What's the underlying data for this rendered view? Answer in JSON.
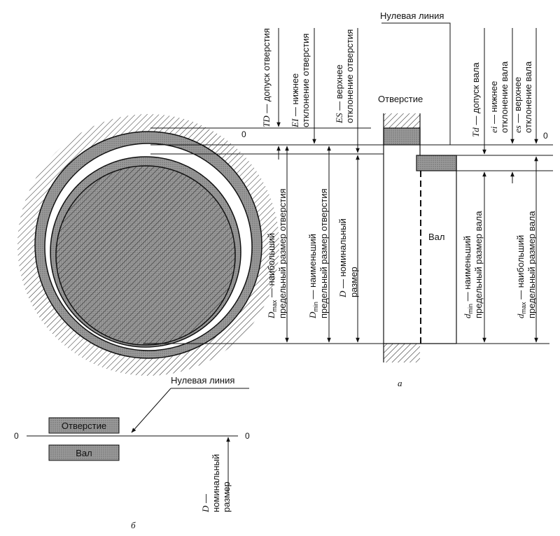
{
  "labels": {
    "zero_line_a": "Нулевая линия",
    "hole_title": "Отверстие",
    "shaft_title": "Вал",
    "zero_left": "0",
    "zero_right": "0",
    "fig_a": "а",
    "fig_b": "б",
    "zero_line_b": "Нулевая линия",
    "b_hole": "Отверстие",
    "b_shaft": "Вал",
    "b_zero_left": "0",
    "b_zero_right": "0"
  },
  "vertical_labels": {
    "td_sym": "TD",
    "td_text": " — допуск отверстия",
    "ei_sym": "EI",
    "ei_text1": " — нижнее",
    "ei_text2": "отклонение отверстия",
    "es_sym": "ES",
    "es_text1": " — верхнее",
    "es_text2": "отклонение отверстия",
    "td_shaft_sym": "Td",
    "td_shaft_text": " — допуск вала",
    "ei_shaft_sym": "ei",
    "ei_shaft_text1": " — нижнее",
    "ei_shaft_text2": "отклонение вала",
    "es_shaft_sym": "es",
    "es_shaft_text1": " — верхнее",
    "es_shaft_text2": "отклонение вала",
    "dmax_sym": "D",
    "dmax_sub": "max",
    "dmax_text1": " — наибольший",
    "dmax_text2": "предельный размер отверстия",
    "dmin_sym": "D",
    "dmin_sub": "min",
    "dmin_text1": " — наименьший",
    "dmin_text2": "предельный размер отверстия",
    "d_sym": "D",
    "d_text1": " — номинальный",
    "d_text2": "размер",
    "dmin_shaft_sym": "d",
    "dmin_shaft_sub": "min",
    "dmin_shaft_text1": " — наименьший",
    "dmin_shaft_text2": "предельный размер вала",
    "dmax_shaft_sym": "d",
    "dmax_shaft_sub": "max",
    "dmax_shaft_text1": " — наибольший",
    "dmax_shaft_text2": "предельный размер вала",
    "b_d_sym": "D",
    "b_d_text1": " —",
    "b_d_text2": "номинальный",
    "b_d_text3": "размер"
  }
}
